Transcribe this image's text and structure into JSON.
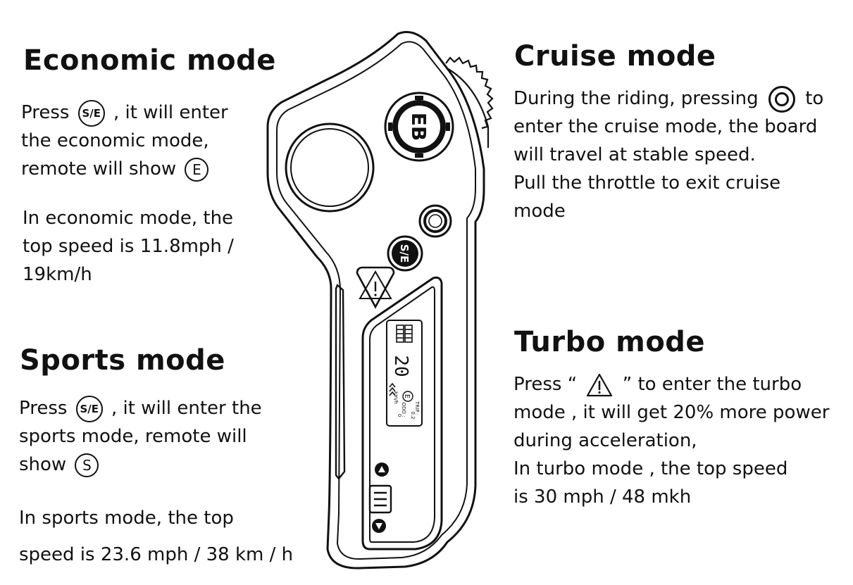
{
  "economic": {
    "title": "Economic mode",
    "line1_a": "Press",
    "line1_b": ", it will enter",
    "line2": "the economic mode,",
    "line3": "remote will show",
    "icon_se": "S/E",
    "icon_e": "E",
    "para2": [
      "In economic mode, the",
      "top speed is 11.8mph /",
      "19km/h"
    ]
  },
  "sports": {
    "title": "Sports mode",
    "line1_a": "Press",
    "line1_b": ", it will enter the",
    "line2": "sports mode, remote will",
    "line3": "show",
    "icon_se": "S/E",
    "icon_s": "S",
    "para2": [
      "In sports mode, the top",
      "speed is 23.6 mph / 38 km / h"
    ]
  },
  "cruise": {
    "title": "Cruise mode",
    "line1_a": "During the riding, pressing",
    "line1_b": "to",
    "lines": [
      "enter the cruise mode, the board",
      "will travel at stable speed.",
      "Pull the throttle to exit cruise",
      "mode"
    ],
    "icon": "cruise-button-icon"
  },
  "turbo": {
    "title": "Turbo mode",
    "line1_a": "Press “",
    "line1_b": "” to enter the turbo",
    "lines": [
      "mode , it will get 20% more power",
      "during acceleration,",
      "In turbo mode , the top speed",
      "is 30 mph / 48 mkh"
    ],
    "icon": "warning-triangle-icon"
  },
  "remote_display": {
    "speed": "20",
    "unit": "km/h",
    "mode": "E",
    "trip_label": "TRIP :",
    "trip_value": "0.2",
    "odo_label": "ODO :",
    "odo_value": "0",
    "se_label": "S/E",
    "logo": "EB"
  }
}
